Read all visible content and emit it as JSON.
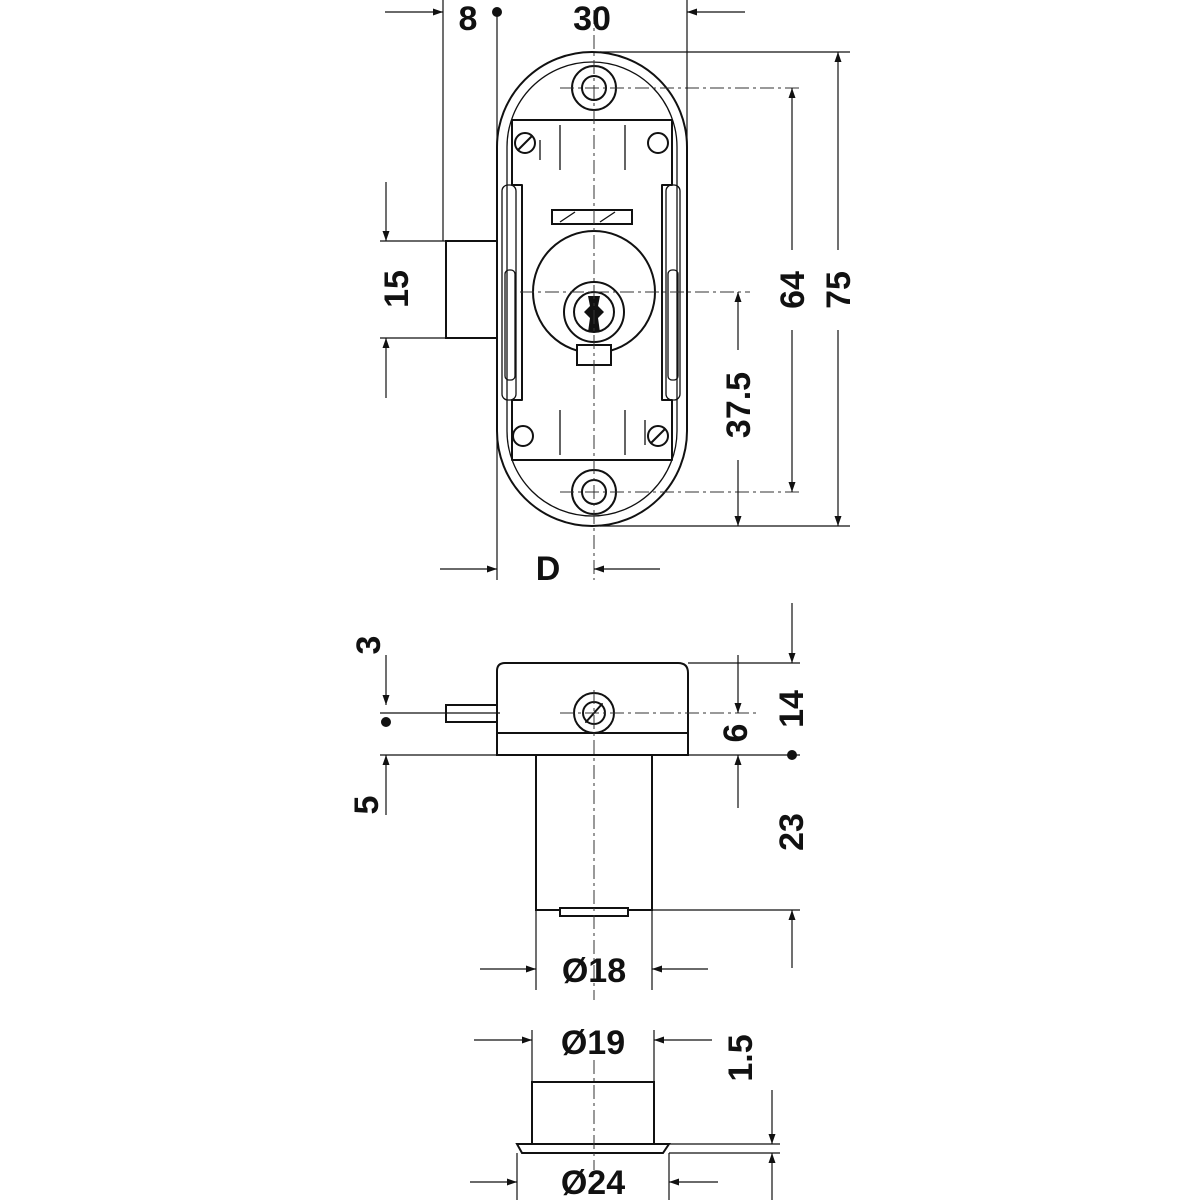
{
  "drawing": {
    "front_view": {
      "width_30": "30",
      "backset_8": "8",
      "height_75": "75",
      "hole_spacing_64": "64",
      "key_center_37_5": "37.5",
      "bolt_15": "15",
      "D": "D"
    },
    "side_view": {
      "dim_3": "3",
      "dim_5": "5",
      "dim_6": "6",
      "dim_14": "14",
      "dim_23": "23",
      "dia_18": "Ø18"
    },
    "rose_view": {
      "dia_19": "Ø19",
      "dia_24": "Ø24",
      "dim_1_5": "1.5"
    }
  }
}
